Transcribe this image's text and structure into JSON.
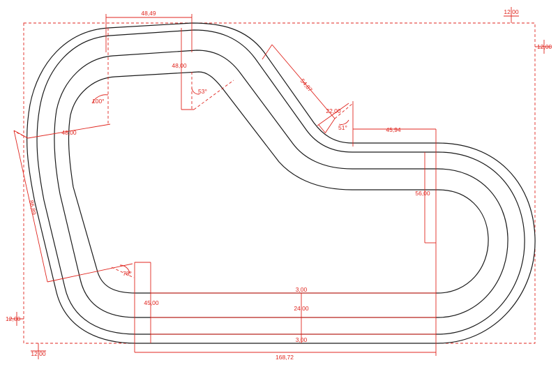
{
  "diagram": {
    "colors": {
      "track": "#1a1a1a",
      "dimension": "#e0261f",
      "background": "#ffffff"
    },
    "labels": {
      "margin_top": "12,00",
      "margin_right": "12,00",
      "margin_left": "12,00",
      "margin_bottom": "12,00",
      "top_straight": "48,49",
      "top_curve_radius": "48,00",
      "angle_top": "53°",
      "angle_left": "100°",
      "left_radius": "48,00",
      "left_side_length": "86,89",
      "diag_length": "54,87",
      "small_radius": "22,00",
      "angle_mid": "51°",
      "right_straight": "45,94",
      "right_radius": "56,00",
      "angle_bottom_left": "78°",
      "bottom_radius": "45,00",
      "lane_gap_inner": "3,00",
      "track_width": "24,00",
      "lane_gap_outer": "3,00",
      "total_width": "168,72"
    }
  }
}
